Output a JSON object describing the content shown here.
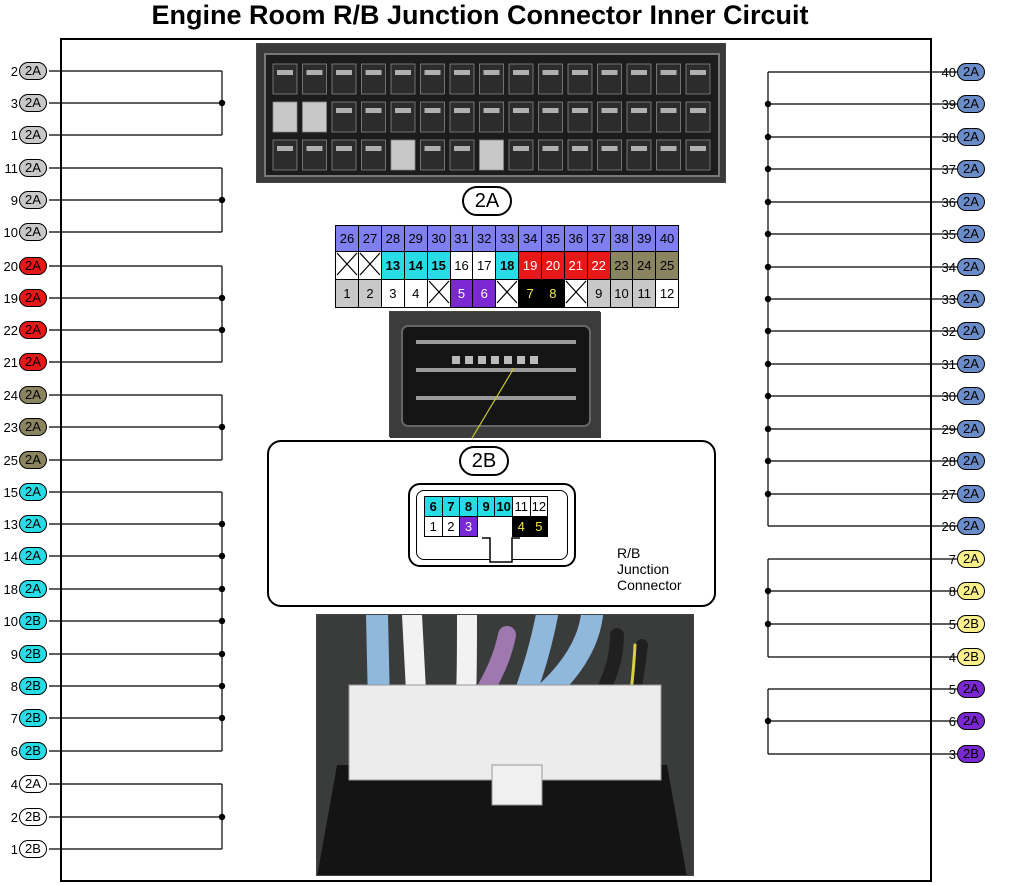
{
  "title": "Engine Room R/B Junction Connector Inner Circuit",
  "colors": {
    "gray": "#c8c8c8",
    "red": "#e81818",
    "olive": "#8a8460",
    "cyan": "#28dce6",
    "blue": "#6a8cc8",
    "yellow": "#fbf08c",
    "purple": "#7a28d2",
    "white": "#ffffff"
  },
  "left_pins": [
    {
      "num": "2",
      "conn": "2A",
      "color": "gray"
    },
    {
      "num": "3",
      "conn": "2A",
      "color": "gray"
    },
    {
      "num": "1",
      "conn": "2A",
      "color": "gray"
    },
    {
      "num": "11",
      "conn": "2A",
      "color": "gray"
    },
    {
      "num": "9",
      "conn": "2A",
      "color": "gray"
    },
    {
      "num": "10",
      "conn": "2A",
      "color": "gray"
    },
    {
      "num": "20",
      "conn": "2A",
      "color": "red"
    },
    {
      "num": "19",
      "conn": "2A",
      "color": "red"
    },
    {
      "num": "22",
      "conn": "2A",
      "color": "red"
    },
    {
      "num": "21",
      "conn": "2A",
      "color": "red"
    },
    {
      "num": "24",
      "conn": "2A",
      "color": "olive"
    },
    {
      "num": "23",
      "conn": "2A",
      "color": "olive"
    },
    {
      "num": "25",
      "conn": "2A",
      "color": "olive"
    },
    {
      "num": "15",
      "conn": "2A",
      "color": "cyan"
    },
    {
      "num": "13",
      "conn": "2A",
      "color": "cyan"
    },
    {
      "num": "14",
      "conn": "2A",
      "color": "cyan"
    },
    {
      "num": "18",
      "conn": "2A",
      "color": "cyan"
    },
    {
      "num": "10",
      "conn": "2B",
      "color": "cyan"
    },
    {
      "num": "9",
      "conn": "2B",
      "color": "cyan"
    },
    {
      "num": "8",
      "conn": "2B",
      "color": "cyan"
    },
    {
      "num": "7",
      "conn": "2B",
      "color": "cyan"
    },
    {
      "num": "6",
      "conn": "2B",
      "color": "cyan"
    },
    {
      "num": "4",
      "conn": "2A",
      "color": "white"
    },
    {
      "num": "2",
      "conn": "2B",
      "color": "white"
    },
    {
      "num": "1",
      "conn": "2B",
      "color": "white"
    }
  ],
  "right_pins": [
    {
      "num": "40",
      "conn": "2A",
      "color": "blue"
    },
    {
      "num": "39",
      "conn": "2A",
      "color": "blue"
    },
    {
      "num": "38",
      "conn": "2A",
      "color": "blue"
    },
    {
      "num": "37",
      "conn": "2A",
      "color": "blue"
    },
    {
      "num": "36",
      "conn": "2A",
      "color": "blue"
    },
    {
      "num": "35",
      "conn": "2A",
      "color": "blue"
    },
    {
      "num": "34",
      "conn": "2A",
      "color": "blue"
    },
    {
      "num": "33",
      "conn": "2A",
      "color": "blue"
    },
    {
      "num": "32",
      "conn": "2A",
      "color": "blue"
    },
    {
      "num": "31",
      "conn": "2A",
      "color": "blue"
    },
    {
      "num": "30",
      "conn": "2A",
      "color": "blue"
    },
    {
      "num": "29",
      "conn": "2A",
      "color": "blue"
    },
    {
      "num": "28",
      "conn": "2A",
      "color": "blue"
    },
    {
      "num": "27",
      "conn": "2A",
      "color": "blue"
    },
    {
      "num": "26",
      "conn": "2A",
      "color": "blue"
    },
    {
      "num": "7",
      "conn": "2A",
      "color": "yellow"
    },
    {
      "num": "8",
      "conn": "2A",
      "color": "yellow"
    },
    {
      "num": "5",
      "conn": "2B",
      "color": "yellow"
    },
    {
      "num": "4",
      "conn": "2B",
      "color": "yellow"
    },
    {
      "num": "5",
      "conn": "2A",
      "color": "purple"
    },
    {
      "num": "6",
      "conn": "2A",
      "color": "purple"
    },
    {
      "num": "3",
      "conn": "2B",
      "color": "purple"
    }
  ],
  "connector_2a": {
    "label": "2A",
    "rows": [
      [
        {
          "t": "26",
          "c": "blue"
        },
        {
          "t": "27",
          "c": "blue"
        },
        {
          "t": "28",
          "c": "blue"
        },
        {
          "t": "29",
          "c": "blue"
        },
        {
          "t": "30",
          "c": "blue"
        },
        {
          "t": "31",
          "c": "blue"
        },
        {
          "t": "32",
          "c": "blue"
        },
        {
          "t": "33",
          "c": "blue"
        },
        {
          "t": "34",
          "c": "blue"
        },
        {
          "t": "35",
          "c": "blue"
        },
        {
          "t": "36",
          "c": "blue"
        },
        {
          "t": "37",
          "c": "blue"
        },
        {
          "t": "38",
          "c": "blue"
        },
        {
          "t": "39",
          "c": "blue"
        },
        {
          "t": "40",
          "c": "blue"
        }
      ],
      [
        {
          "t": "",
          "c": "x"
        },
        {
          "t": "",
          "c": "x"
        },
        {
          "t": "13",
          "c": "cyan"
        },
        {
          "t": "14",
          "c": "cyan"
        },
        {
          "t": "15",
          "c": "cyan"
        },
        {
          "t": "16",
          "c": "white"
        },
        {
          "t": "17",
          "c": "white"
        },
        {
          "t": "18",
          "c": "cyan"
        },
        {
          "t": "19",
          "c": "red"
        },
        {
          "t": "20",
          "c": "red"
        },
        {
          "t": "21",
          "c": "red"
        },
        {
          "t": "22",
          "c": "red"
        },
        {
          "t": "23",
          "c": "olive"
        },
        {
          "t": "24",
          "c": "olive"
        },
        {
          "t": "25",
          "c": "olive"
        }
      ],
      [
        {
          "t": "1",
          "c": "gray"
        },
        {
          "t": "2",
          "c": "gray"
        },
        {
          "t": "3",
          "c": "white"
        },
        {
          "t": "4",
          "c": "white"
        },
        {
          "t": "",
          "c": "x"
        },
        {
          "t": "5",
          "c": "purple"
        },
        {
          "t": "6",
          "c": "purple"
        },
        {
          "t": "",
          "c": "x"
        },
        {
          "t": "7",
          "c": "black"
        },
        {
          "t": "8",
          "c": "black"
        },
        {
          "t": "",
          "c": "x"
        },
        {
          "t": "9",
          "c": "gray"
        },
        {
          "t": "10",
          "c": "gray"
        },
        {
          "t": "11",
          "c": "gray"
        },
        {
          "t": "12",
          "c": "white"
        }
      ]
    ]
  },
  "connector_2b": {
    "label": "2B",
    "top_row": [
      {
        "t": "6",
        "c": "cyan"
      },
      {
        "t": "7",
        "c": "cyan"
      },
      {
        "t": "8",
        "c": "cyan"
      },
      {
        "t": "9",
        "c": "cyan"
      },
      {
        "t": "10",
        "c": "cyan"
      },
      {
        "t": "11",
        "c": "white"
      },
      {
        "t": "12",
        "c": "white"
      }
    ],
    "bottom_row": [
      {
        "t": "1",
        "c": "white"
      },
      {
        "t": "2",
        "c": "white"
      },
      {
        "t": "3",
        "c": "purple"
      },
      {
        "t": "",
        "c": "gap"
      },
      {
        "t": "",
        "c": "gap"
      },
      {
        "t": "4",
        "c": "black"
      },
      {
        "t": "5",
        "c": "black"
      }
    ],
    "caption_lines": [
      "R/B",
      "Junction",
      "Connector"
    ]
  }
}
